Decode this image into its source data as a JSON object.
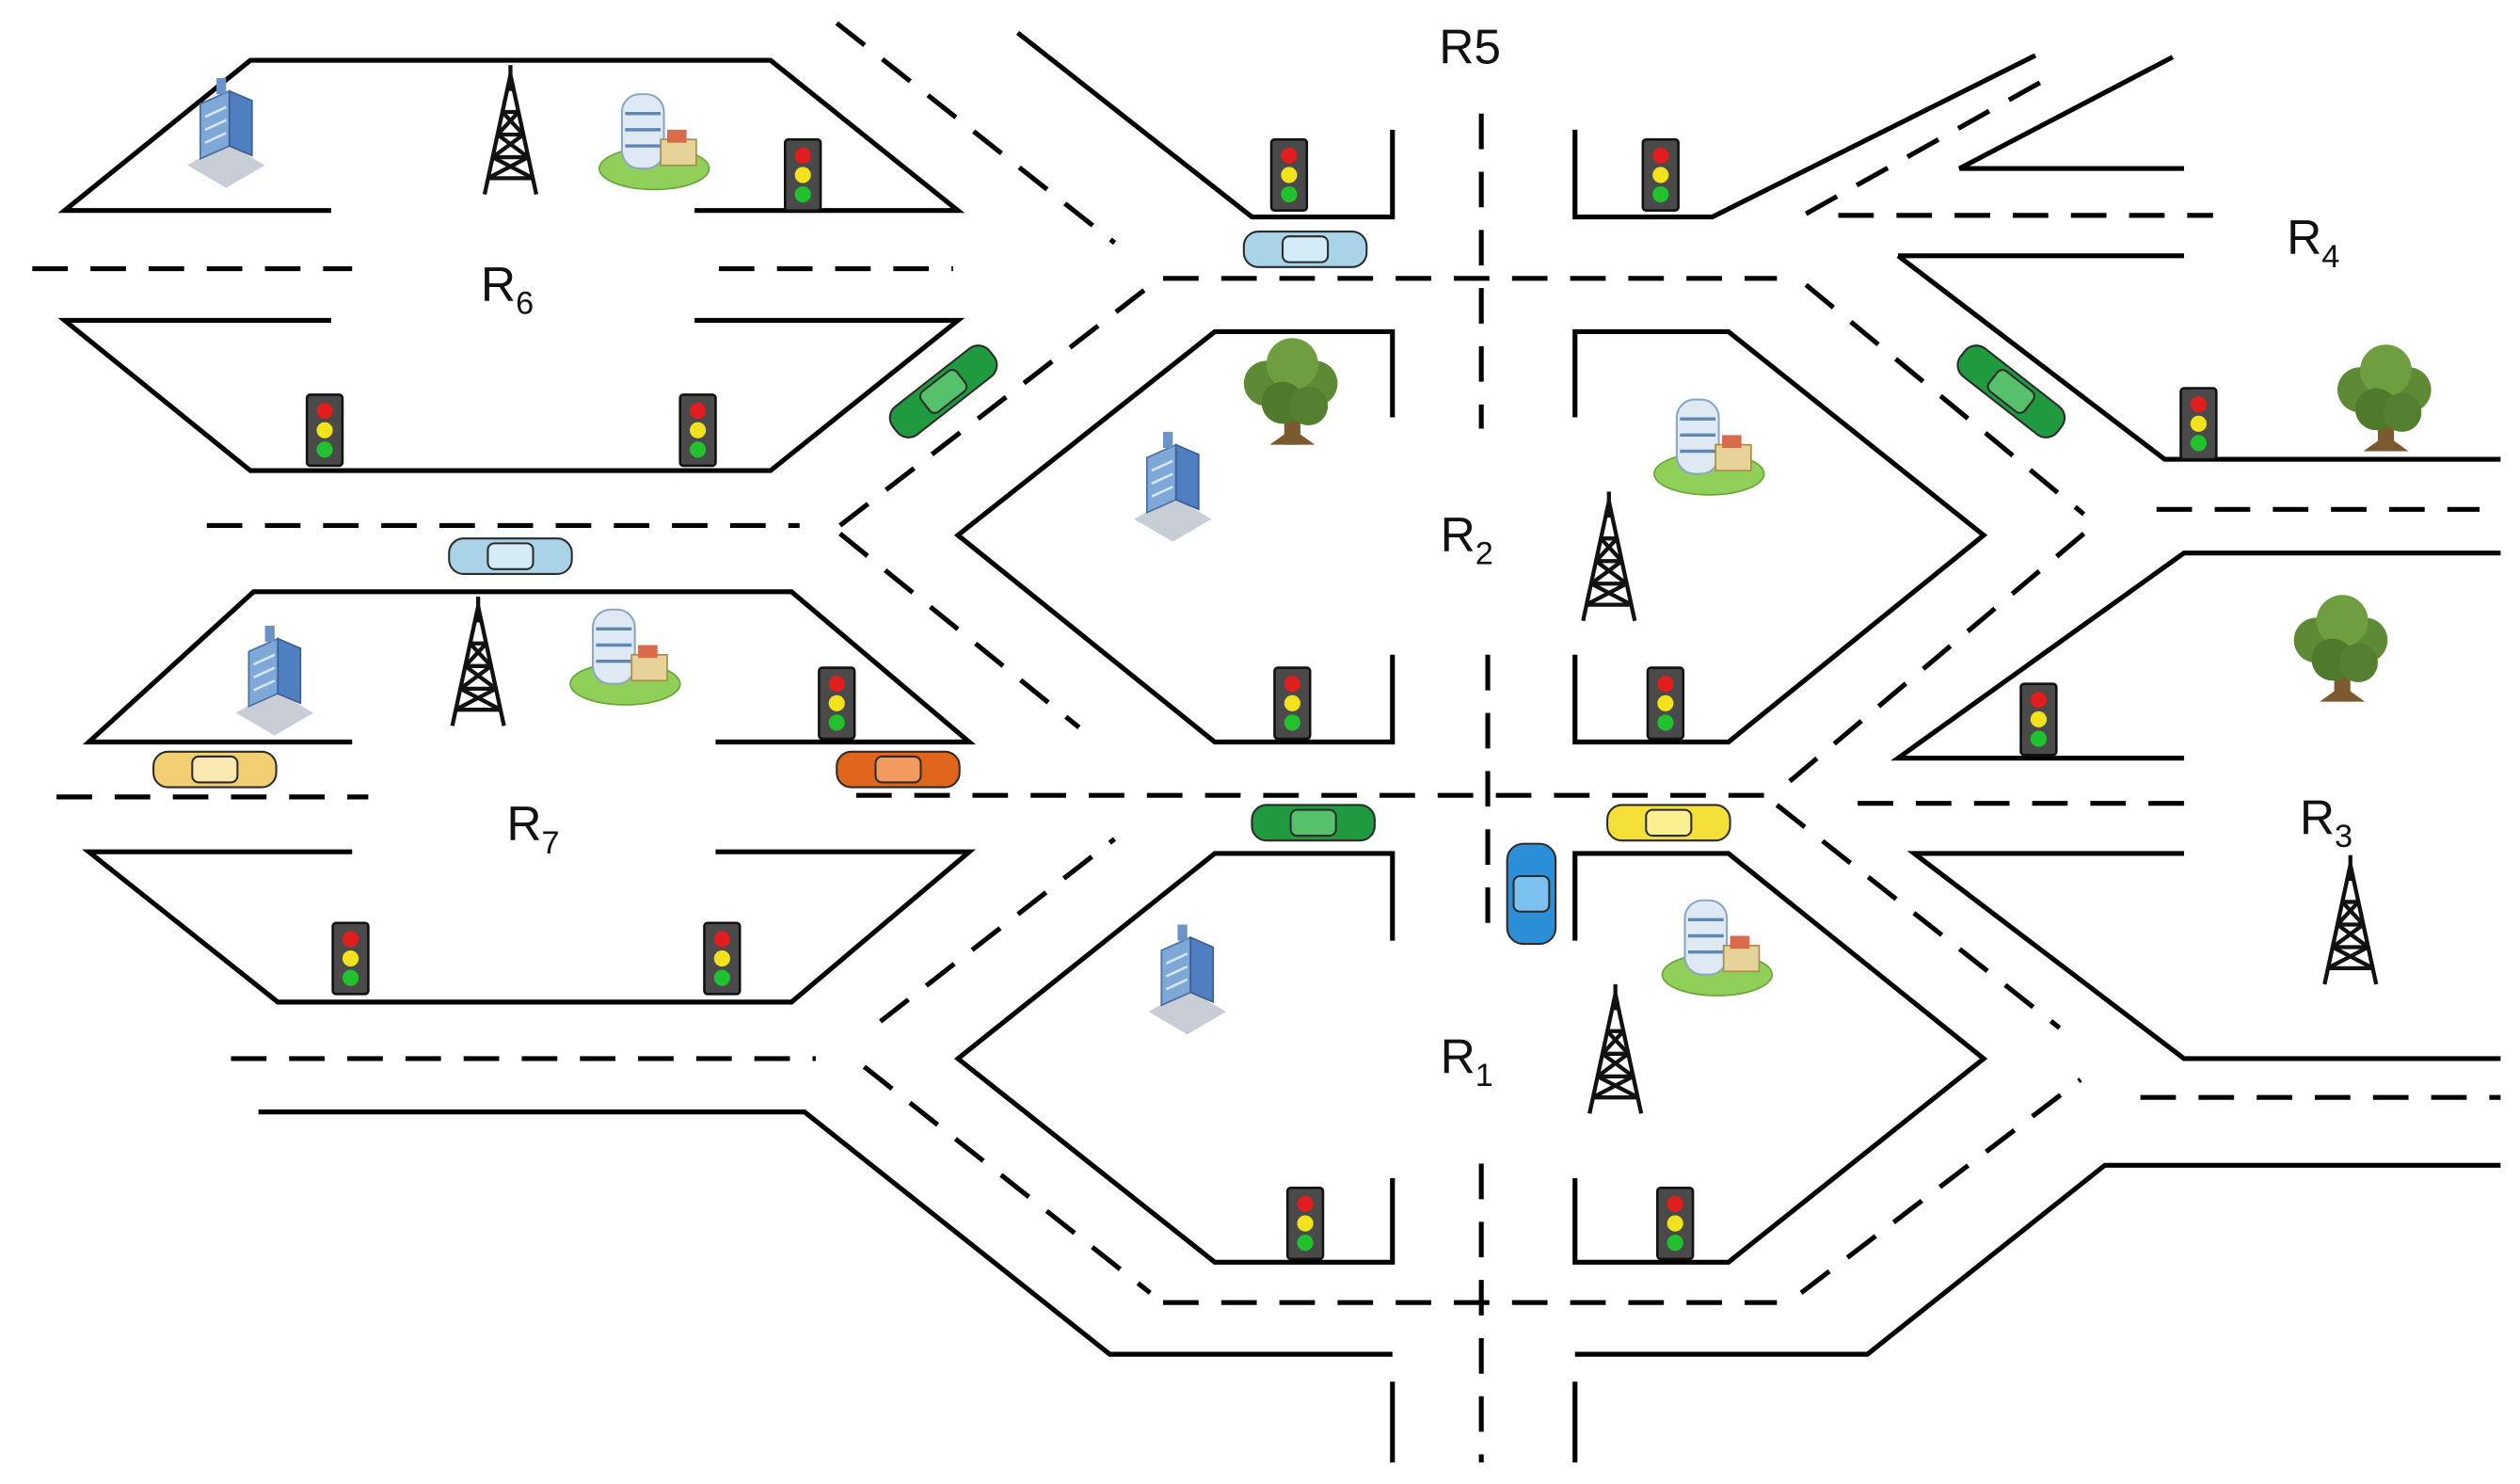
{
  "regions": [
    {
      "id": "R1",
      "base": "R",
      "sub": "1"
    },
    {
      "id": "R2",
      "base": "R",
      "sub": "2"
    },
    {
      "id": "R3",
      "base": "R",
      "sub": "3"
    },
    {
      "id": "R4",
      "base": "R",
      "sub": "4"
    },
    {
      "id": "R5",
      "base": "R5",
      "sub": ""
    },
    {
      "id": "R6",
      "base": "R",
      "sub": "6"
    },
    {
      "id": "R7",
      "base": "R",
      "sub": "7"
    }
  ],
  "icons": {
    "traffic_light": "traffic-light-icon",
    "tower": "cell-tower-icon",
    "building": "office-building-icon",
    "hospital": "hospital-building-icon",
    "tree": "tree-icon",
    "car": "car-icon"
  },
  "colors": {
    "road": "#000000",
    "car_light_blue": "#a9d3e6",
    "car_green": "#1f9a3e",
    "car_yellow": "#f5e03a",
    "car_blue": "#2a8fd8",
    "car_orange": "#e0661c",
    "car_tan": "#f3cf73",
    "light_red": "#e11d1d",
    "light_yellow": "#f1e21b",
    "light_green": "#22c12e"
  }
}
